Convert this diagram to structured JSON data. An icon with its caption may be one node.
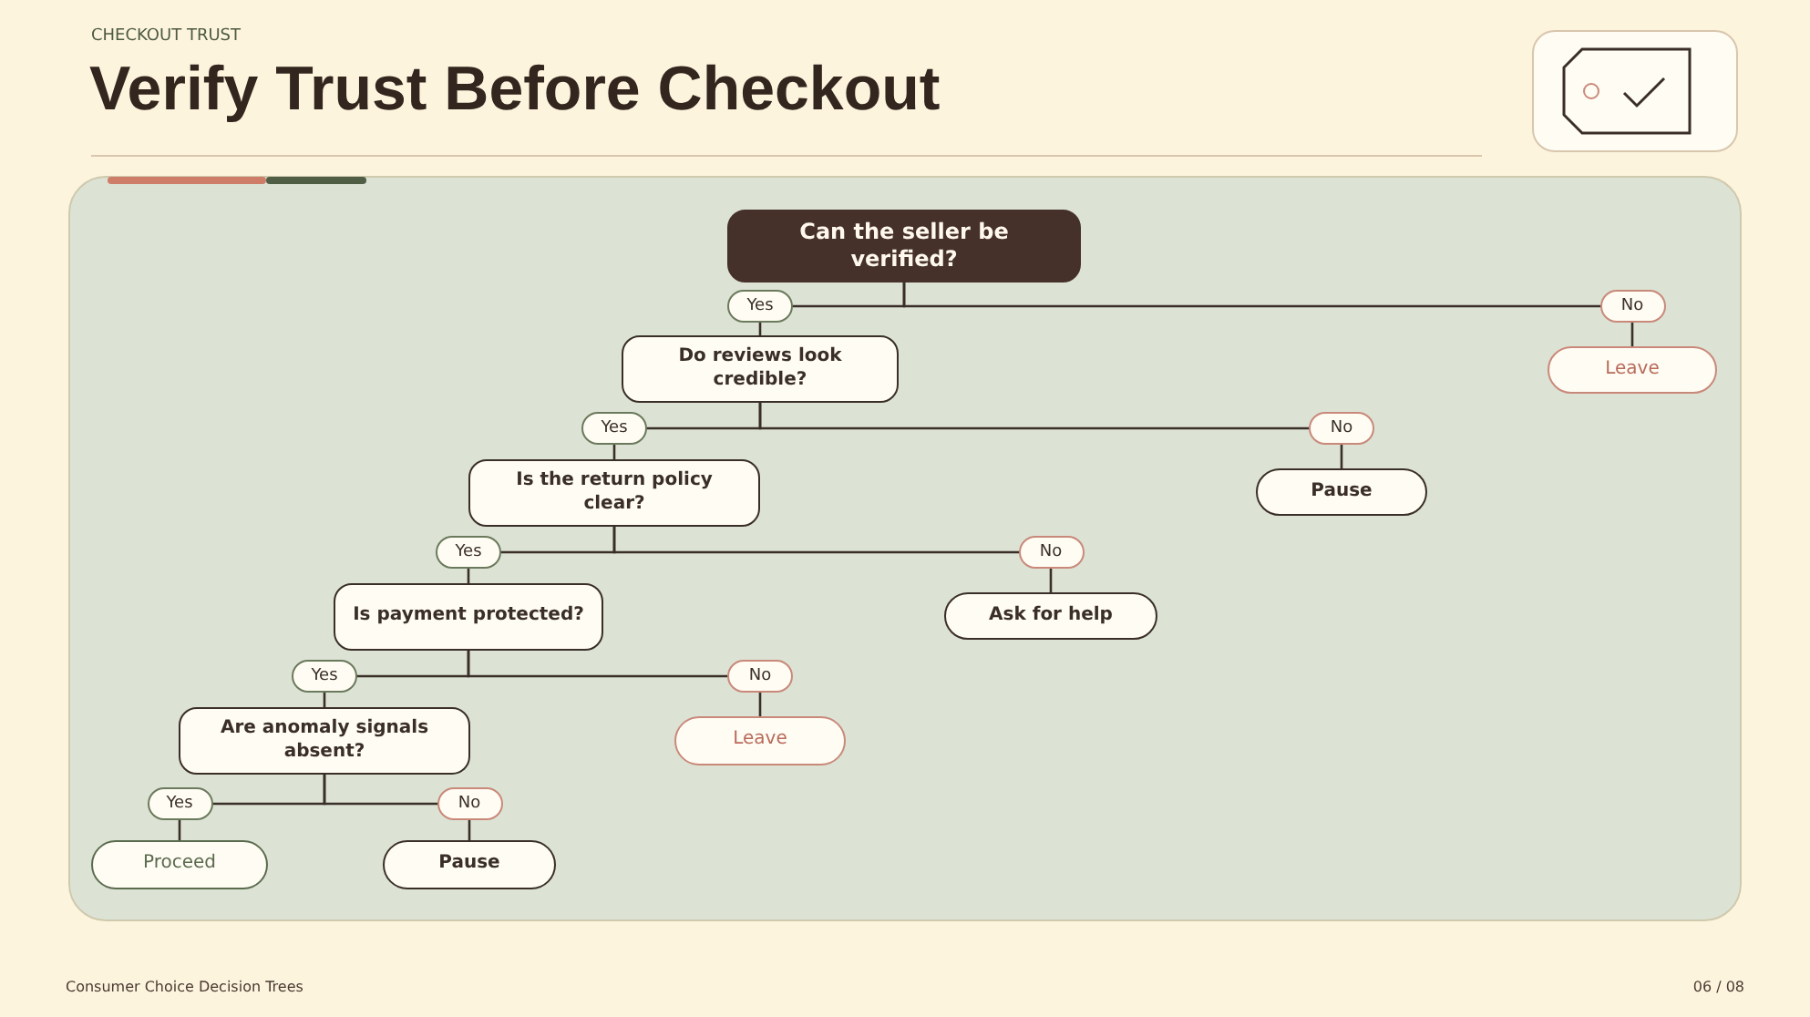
{
  "diagram": {
    "title": "Verify Trust Before Checkout",
    "nodes": [
      {
        "text": [
          "Can the seller be verified?"
        ]
      },
      {
        "text": [
          "Do reviews look credible?"
        ]
      },
      {
        "text": [
          "Leave"
        ]
      },
      {
        "text": [
          "Is the return policy clear?"
        ]
      },
      {
        "text": [
          "Pause"
        ]
      },
      {
        "text": [
          "Is payment protected?"
        ]
      },
      {
        "text": [
          "Ask for help"
        ]
      },
      {
        "text": [
          "Are anomaly signals absent?"
        ]
      },
      {
        "text": [
          "Leave"
        ]
      },
      {
        "text": [
          "Proceed"
        ]
      },
      {
        "text": [
          "Pause"
        ]
      }
    ],
    "edges": [
      {
        "from": 0,
        "to": 1,
        "arrow": "none",
        "label": "Yes"
      },
      {
        "from": 0,
        "to": 2,
        "arrow": "none",
        "label": "No"
      },
      {
        "from": 1,
        "to": 3,
        "arrow": "none",
        "label": "Yes"
      },
      {
        "from": 1,
        "to": 4,
        "arrow": "none",
        "label": "No"
      },
      {
        "from": 3,
        "to": 5,
        "arrow": "none",
        "label": "Yes"
      },
      {
        "from": 3,
        "to": 6,
        "arrow": "none",
        "label": "No"
      },
      {
        "from": 5,
        "to": 7,
        "arrow": "none",
        "label": "Yes"
      },
      {
        "from": 5,
        "to": 8,
        "arrow": "none",
        "label": "No"
      },
      {
        "from": 7,
        "to": 9,
        "arrow": "none",
        "label": "Yes"
      },
      {
        "from": 7,
        "to": 10,
        "arrow": "none",
        "label": "No"
      }
    ],
    "labels": [
      "CHECKOUT TRUST",
      "Consumer Choice Decision Trees",
      "06 / 08"
    ]
  }
}
